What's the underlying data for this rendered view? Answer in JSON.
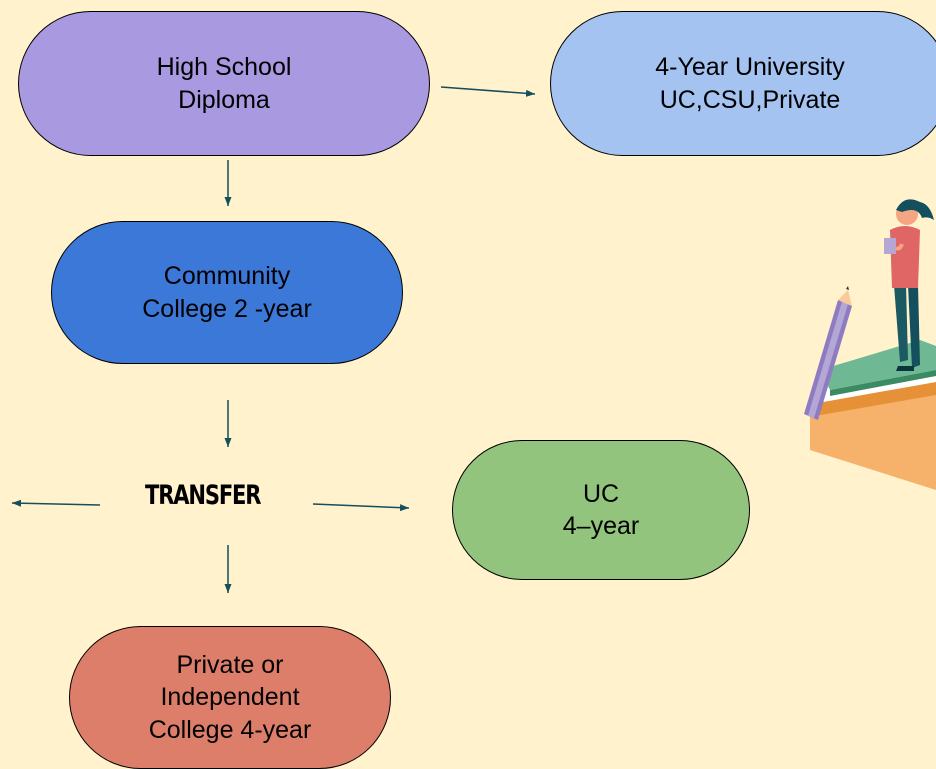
{
  "nodes": {
    "high_school": "High School\nDiploma",
    "university_4yr": "4-Year University\nUC,CSU,Private",
    "community_college": "Community\nCollege 2 -year",
    "uc_4yr": "UC\n4–year",
    "private_college": "Private or\nIndependent\nCollege 4-year"
  },
  "transfer_label": "TRANSFER",
  "colors": {
    "background": "#fff2cc",
    "high_school": "#a899e0",
    "university_4yr": "#a4c3f0",
    "community_college": "#3c78d8",
    "uc_4yr": "#93c47d",
    "private_college": "#dd7e6b",
    "arrow": "#134f5c"
  },
  "illustration": "student-standing-on-books-with-pencil"
}
